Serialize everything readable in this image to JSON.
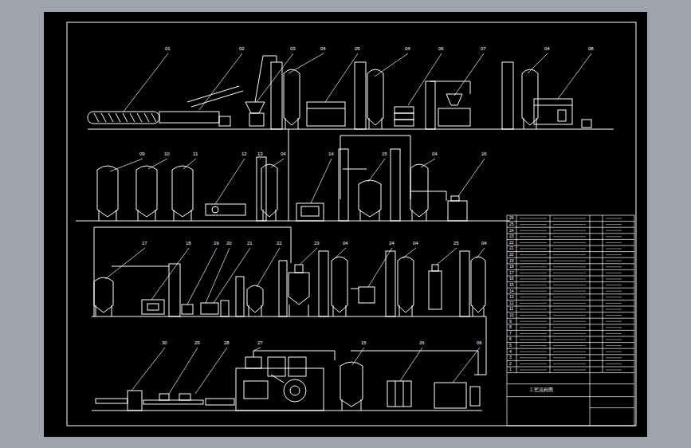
{
  "diagram": {
    "labels": [
      "01",
      "02",
      "03",
      "04",
      "05",
      "04",
      "06",
      "07",
      "04",
      "08",
      "09",
      "10",
      "11",
      "12",
      "13",
      "04",
      "14",
      "15",
      "04",
      "16",
      "17",
      "18",
      "19",
      "20",
      "21",
      "22",
      "23",
      "04",
      "24",
      "04",
      "25",
      "04",
      "30",
      "29",
      "28",
      "27",
      "15",
      "26",
      "06",
      "26",
      "25",
      "24",
      "23",
      "22",
      "21",
      "20",
      "19",
      "18",
      "17",
      "16",
      "15",
      "14",
      "13",
      "12",
      "11",
      "10",
      "9",
      "8",
      "7",
      "6",
      "5",
      "4",
      "3",
      "2",
      "1",
      "工艺流程图"
    ]
  }
}
